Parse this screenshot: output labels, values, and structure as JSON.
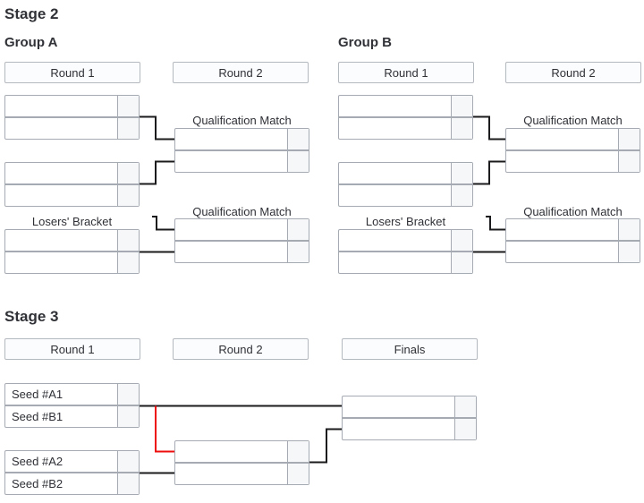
{
  "colors": {
    "connector": "#1b1b1d",
    "highlighted_connector": "#ee0d0d",
    "box_border": "#a6abb3",
    "score_cell_bg": "#f5f7f9",
    "header_bg": "#fbfcfd",
    "header_border": "#b4b8bf",
    "text": "#2e3036"
  },
  "stage2": {
    "title": "Stage 2",
    "groups": [
      {
        "title": "Group A",
        "round1_header": "Round 1",
        "round2_header": "Round 2",
        "qualification_label_1": "Qualification Match",
        "qualification_label_2": "Qualification Match",
        "losers_bracket_label": "Losers' Bracket",
        "matches": {
          "m1": {
            "p1": "",
            "p2": "",
            "s1": "",
            "s2": ""
          },
          "m2": {
            "p1": "",
            "p2": "",
            "s1": "",
            "s2": ""
          },
          "losers": {
            "p1": "",
            "p2": "",
            "s1": "",
            "s2": ""
          },
          "qual1": {
            "p1": "",
            "p2": "",
            "s1": "",
            "s2": ""
          },
          "qual2": {
            "p1": "",
            "p2": "",
            "s1": "",
            "s2": ""
          }
        }
      },
      {
        "title": "Group B",
        "round1_header": "Round 1",
        "round2_header": "Round 2",
        "qualification_label_1": "Qualification Match",
        "qualification_label_2": "Qualification Match",
        "losers_bracket_label": "Losers' Bracket",
        "matches": {
          "m1": {
            "p1": "",
            "p2": "",
            "s1": "",
            "s2": ""
          },
          "m2": {
            "p1": "",
            "p2": "",
            "s1": "",
            "s2": ""
          },
          "losers": {
            "p1": "",
            "p2": "",
            "s1": "",
            "s2": ""
          },
          "qual1": {
            "p1": "",
            "p2": "",
            "s1": "",
            "s2": ""
          },
          "qual2": {
            "p1": "",
            "p2": "",
            "s1": "",
            "s2": ""
          }
        }
      }
    ]
  },
  "stage3": {
    "title": "Stage 3",
    "round1_header": "Round 1",
    "round2_header": "Round 2",
    "finals_header": "Finals",
    "matches": {
      "r1m1": {
        "p1": "Seed #A1",
        "p2": "Seed #B1",
        "s1": "",
        "s2": ""
      },
      "r1m2": {
        "p1": "Seed #A2",
        "p2": "Seed #B2",
        "s1": "",
        "s2": ""
      },
      "r2": {
        "p1": "",
        "p2": "",
        "s1": "",
        "s2": ""
      },
      "finals": {
        "p1": "",
        "p2": "",
        "s1": "",
        "s2": ""
      }
    }
  }
}
